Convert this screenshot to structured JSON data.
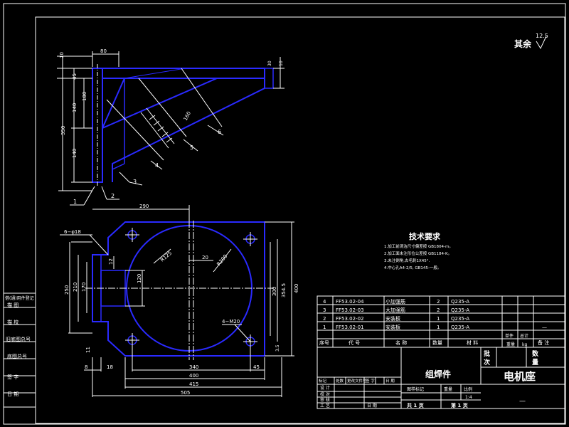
{
  "roughness": {
    "label": "其余",
    "value": "12.5"
  },
  "dims_top": {
    "d80": "80",
    "d10": "10",
    "d45": "45",
    "d180": "180",
    "d140a": "140",
    "d350": "350",
    "d140b": "140",
    "d160": "160",
    "d30": "30",
    "d10r": "10"
  },
  "balloons_top": [
    "1",
    "2",
    "3",
    "4",
    "5",
    "6"
  ],
  "dims_bottom": {
    "d290": "290",
    "holes": "6−φ18",
    "r125": "R125",
    "d20": "20",
    "r200": "R200",
    "d12": "12",
    "d120": "120",
    "d210": "210",
    "d170": "170",
    "d250": "250",
    "d300": "300",
    "d354": "354.5",
    "d400v": "400",
    "m20": "4−M20",
    "d11": "11",
    "d35": "3.5",
    "d8": "8",
    "d18": "18",
    "d340": "340",
    "d45": "45",
    "d400": "400",
    "d415": "415",
    "d505": "505"
  },
  "tech": {
    "title": "技术要求",
    "items": [
      "1.加工前清洁尺寸偏差按 GB1804-m。",
      "2.加工面未注形位公差按 GB1184-K。",
      "3.未注倒角,去毛刺1X45°.",
      "4.中心孔A4-2/5, GB145-一般。"
    ]
  },
  "left_labels": [
    "借(通)用件登记",
    "描 图",
    "描 校",
    "旧底图总号",
    "底图总号",
    "签 字",
    "日 期"
  ],
  "parts_header": [
    "序号",
    "代 号",
    "名 称",
    "数量",
    "材 料",
    "单件",
    "总计",
    "备 注"
  ],
  "parts_weight": [
    "重量",
    "kg"
  ],
  "parts": [
    {
      "no": "4",
      "code": "FF53.02-04",
      "name": "小加强筋",
      "qty": "2",
      "mat": "Q235-A"
    },
    {
      "no": "3",
      "code": "FF53.02-03",
      "name": "大加强筋",
      "qty": "2",
      "mat": "Q235-A"
    },
    {
      "no": "2",
      "code": "FF53.02-02",
      "name": "安装板",
      "qty": "1",
      "mat": "Q235-A"
    },
    {
      "no": "1",
      "code": "FF53.02-01",
      "name": "安装板",
      "qty": "1",
      "mat": "Q235-A"
    }
  ],
  "title_block": {
    "weld": "组焊件",
    "name": "电机座",
    "approve": [
      "批",
      "次"
    ],
    "count": [
      "数",
      "量"
    ],
    "rev_header": [
      "标记",
      "处数",
      "更改文件号",
      "签 字",
      "日 期"
    ],
    "sig_rows": [
      "设 计",
      "校 对",
      "审 核",
      "工 艺",
      "日 期"
    ],
    "stage": "图样标记",
    "weight": "重量",
    "scale_label": "比例",
    "scale": "1:4",
    "total": "共 1 页",
    "sheet": "第 1 页",
    "dash": "—"
  },
  "colors": {
    "blue": "#2a2aff",
    "lines": "#ffffff",
    "text": "#ffffff"
  }
}
